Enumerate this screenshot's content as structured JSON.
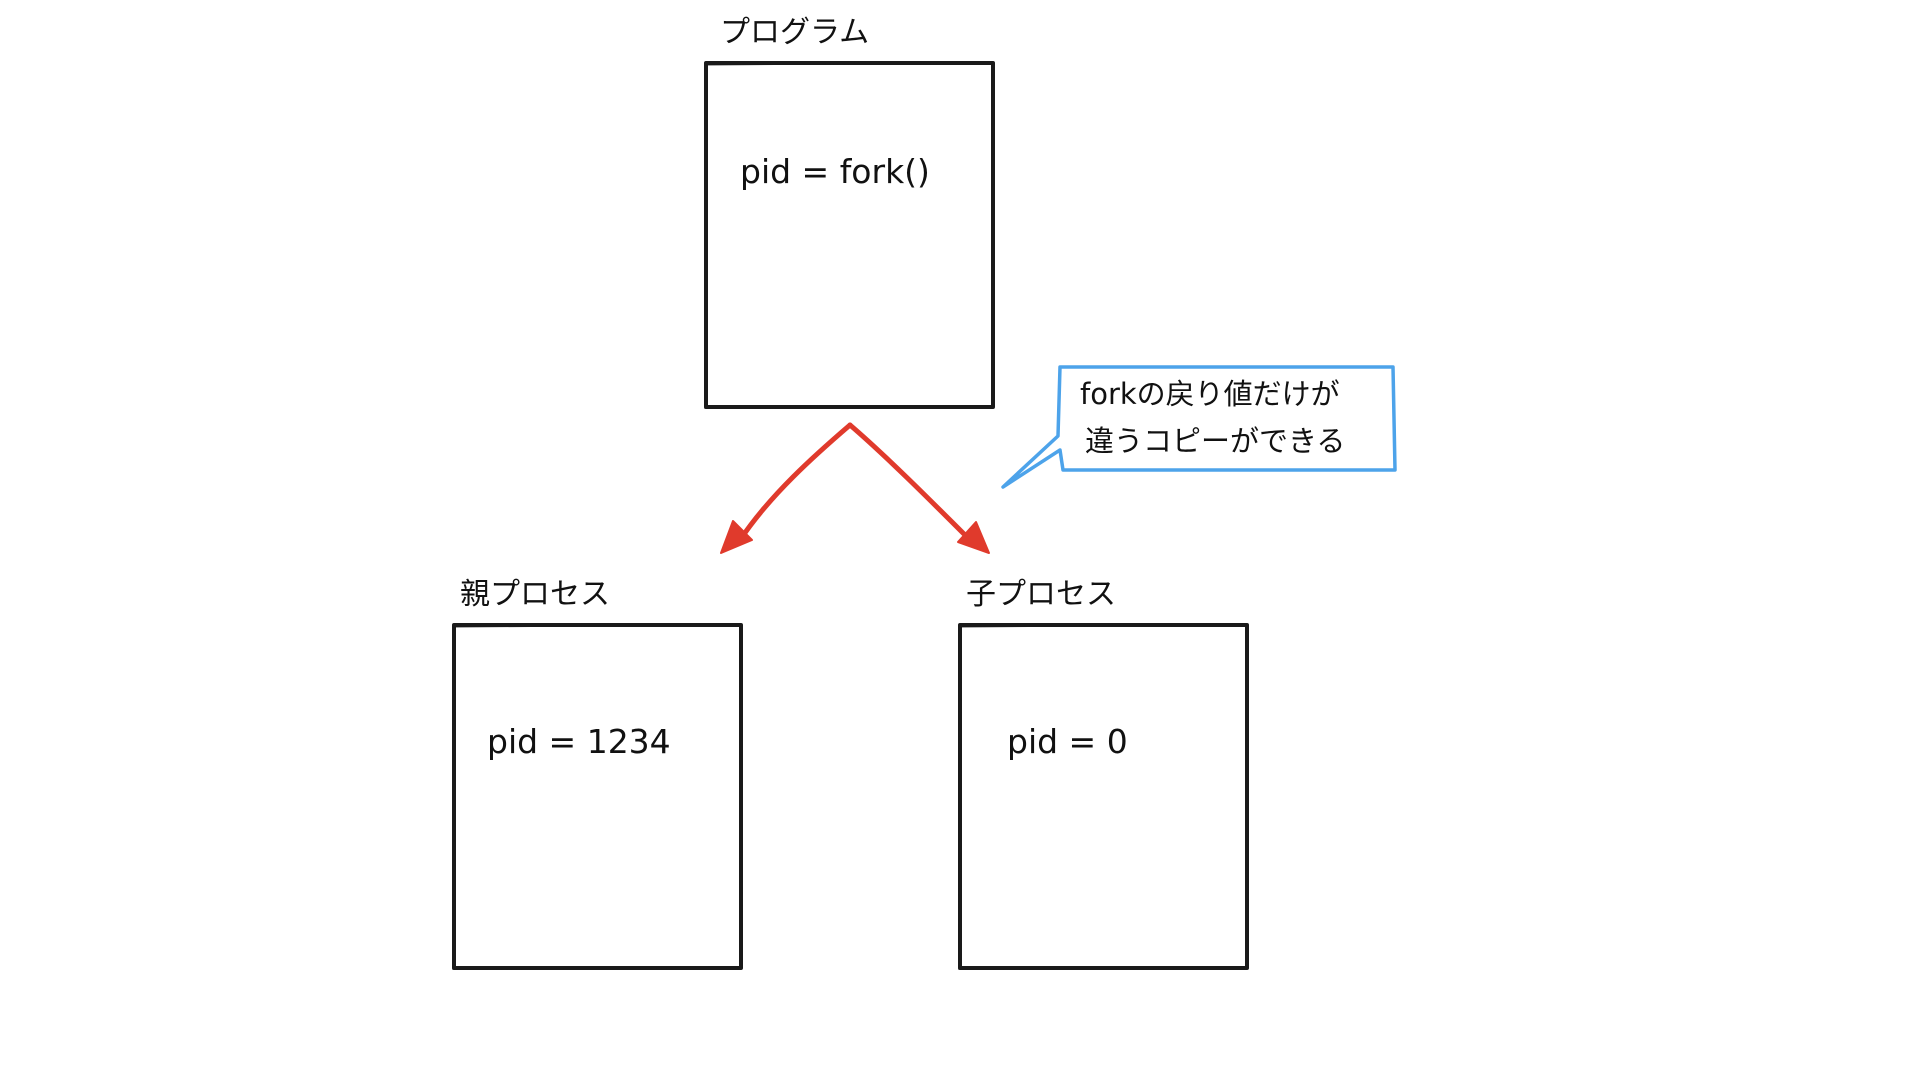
{
  "program": {
    "title": "プログラム",
    "code": "pid = fork()"
  },
  "parent": {
    "title": "親プロセス",
    "code": "pid = 1234"
  },
  "child": {
    "title": "子プロセス",
    "code": "pid = 0"
  },
  "callout": {
    "line1": "forkの戻り値だけが",
    "line2": "違うコピーができる"
  },
  "colors": {
    "box_stroke": "#1a1a1a",
    "arrow": "#e03a2c",
    "callout_border": "#4da3ea"
  }
}
